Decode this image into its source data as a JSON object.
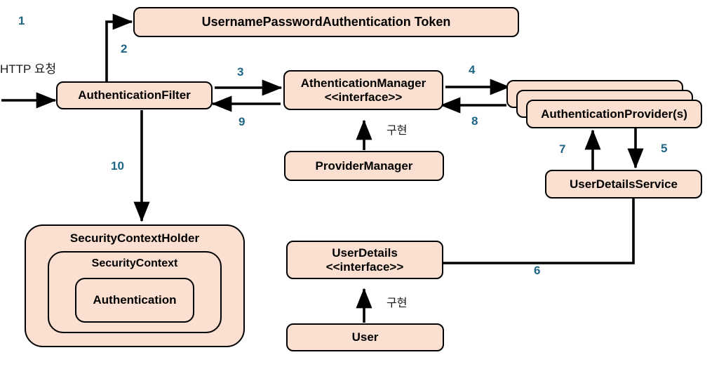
{
  "diagram": {
    "title": "Spring Security Authentication Flow",
    "colors": {
      "node_fill": "#FBDFD0",
      "node_stroke": "#000000",
      "number_color": "#1F6586",
      "label_color": "#1a1a1a",
      "background": "#ffffff"
    },
    "nodes": [
      {
        "id": "token",
        "label": "UsernamePasswordAuthentication Token",
        "sub": ""
      },
      {
        "id": "auth_filter",
        "label": "AuthenticationFilter",
        "sub": ""
      },
      {
        "id": "auth_manager",
        "label": "AthenticationManager",
        "sub": "<<interface>>"
      },
      {
        "id": "provider_manager",
        "label": "ProviderManager",
        "sub": ""
      },
      {
        "id": "auth_provider",
        "label": "AuthenticationProvider(s)",
        "sub": ""
      },
      {
        "id": "user_details_svc",
        "label": "UserDetailsService",
        "sub": ""
      },
      {
        "id": "ctx_holder",
        "label": "SecurityContextHolder",
        "sub": ""
      },
      {
        "id": "security_context",
        "label": "SecurityContext",
        "sub": ""
      },
      {
        "id": "authentication",
        "label": "Authentication",
        "sub": ""
      },
      {
        "id": "user_details",
        "label": "UserDetails",
        "sub": "<<interface>>"
      },
      {
        "id": "user",
        "label": "User",
        "sub": ""
      }
    ],
    "step_numbers": [
      {
        "id": "n1",
        "text": "1"
      },
      {
        "id": "n2",
        "text": "2"
      },
      {
        "id": "n3",
        "text": "3"
      },
      {
        "id": "n4",
        "text": "4"
      },
      {
        "id": "n5",
        "text": "5"
      },
      {
        "id": "n6",
        "text": "6"
      },
      {
        "id": "n7",
        "text": "7"
      },
      {
        "id": "n8",
        "text": "8"
      },
      {
        "id": "n9",
        "text": "9"
      },
      {
        "id": "n10",
        "text": "10"
      }
    ],
    "labels": [
      {
        "id": "http_request",
        "text": "HTTP 요청"
      },
      {
        "id": "impl_manager",
        "text": "구현"
      },
      {
        "id": "impl_user",
        "text": "구현"
      }
    ]
  }
}
